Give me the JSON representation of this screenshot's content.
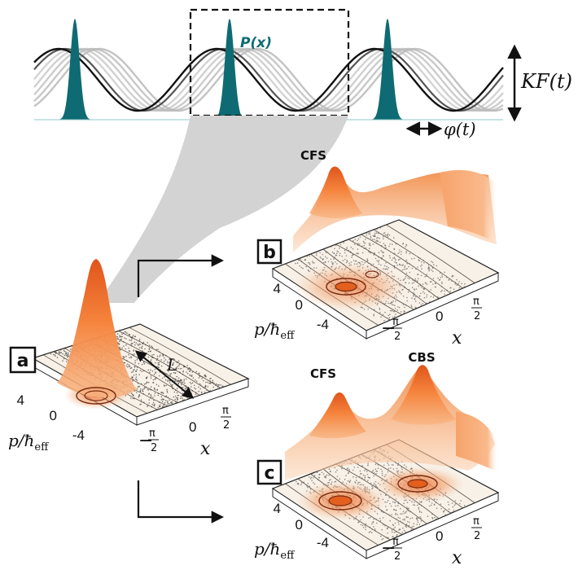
{
  "top_panel": {
    "probability_label": "P(x)",
    "drive_label": "KF(t)",
    "phase_label": "φ(t)",
    "colors": {
      "packet": "#0f6b73",
      "potential": "#111111",
      "history": "#b8b8b8"
    }
  },
  "panels": [
    {
      "letter": "a",
      "peaks": [],
      "length_label": "L",
      "p_ticks": [
        "4",
        "0",
        "-4"
      ],
      "p_axis": "p/ħ",
      "p_axis_sub": "eff",
      "x_ticks": [
        "−",
        "π",
        "2",
        "0",
        "π",
        "2"
      ],
      "x_axis": "x"
    },
    {
      "letter": "b",
      "peaks": [
        "CFS"
      ],
      "p_ticks": [
        "4",
        "0",
        "-4"
      ],
      "p_axis": "p/ħ",
      "p_axis_sub": "eff",
      "x_ticks": [
        "−",
        "π",
        "2",
        "0",
        "π",
        "2"
      ],
      "x_axis": "x"
    },
    {
      "letter": "c",
      "peaks": [
        "CFS",
        "CBS"
      ],
      "p_ticks": [
        "4",
        "0",
        "-4"
      ],
      "p_axis": "p/ħ",
      "p_axis_sub": "eff",
      "x_ticks": [
        "−",
        "π",
        "2",
        "0",
        "π",
        "2"
      ],
      "x_axis": "x"
    }
  ],
  "colors": {
    "surface": "#f07a30",
    "surface_light": "#fbd0ad",
    "contour": "#7a2a10",
    "floor": "#f7f1e8",
    "zoom_band": "#d3d3d3"
  }
}
